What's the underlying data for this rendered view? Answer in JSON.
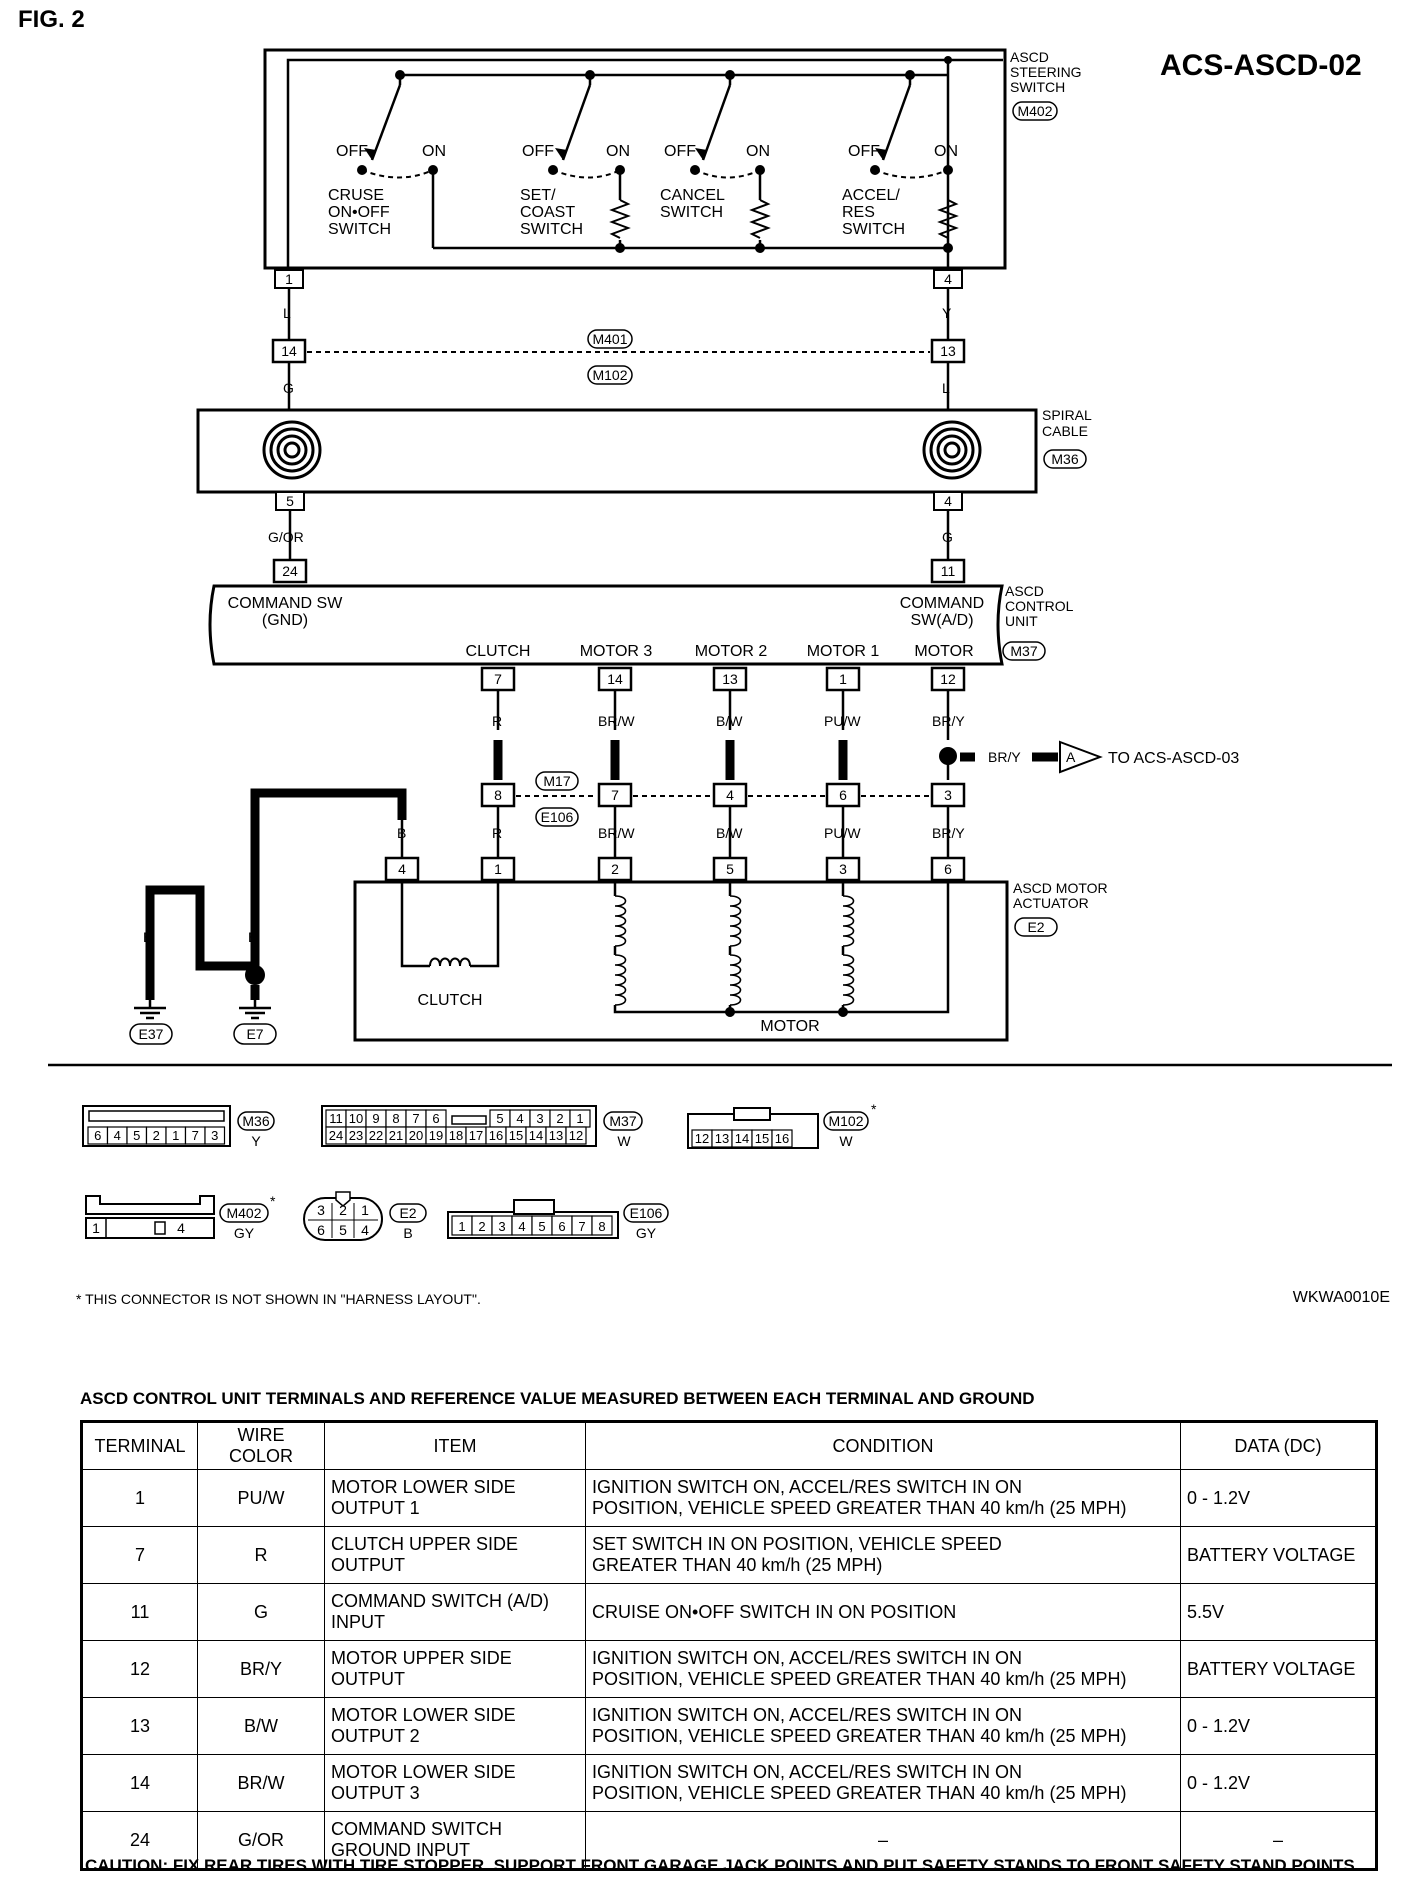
{
  "figure_label": "FIG. 2",
  "diagram_code": "ACS-ASCD-02",
  "image_code": "WKWA0010E",
  "steering_switch": {
    "name_lines": [
      "ASCD",
      "STEERING",
      "SWITCH"
    ],
    "connector": "M402",
    "switches": [
      {
        "off": "OFF",
        "on": "ON",
        "name_lines": [
          "CRUSE",
          "ON•OFF",
          "SWITCH"
        ]
      },
      {
        "off": "OFF",
        "on": "ON",
        "name_lines": [
          "SET/",
          "COAST",
          "SWITCH"
        ]
      },
      {
        "off": "OFF",
        "on": "ON",
        "name_lines": [
          "CANCEL",
          "SWITCH"
        ]
      },
      {
        "off": "OFF",
        "on": "ON",
        "name_lines": [
          "ACCEL/",
          "RES",
          "SWITCH"
        ]
      }
    ],
    "pins": [
      "1",
      "4"
    ]
  },
  "wires": {
    "l": "L",
    "y": "Y",
    "g": "G",
    "gor": "G/OR",
    "r": "R",
    "brw": "BR/W",
    "bw": "B/W",
    "puw": "PU/W",
    "bry": "BR/Y",
    "b": "B"
  },
  "junction_m401": {
    "codes": [
      "M401",
      "M102"
    ],
    "pins": [
      "14",
      "13"
    ]
  },
  "spiral_cable": {
    "name_lines": [
      "SPIRAL",
      "CABLE"
    ],
    "connector": "M36",
    "pins": [
      "5",
      "4"
    ]
  },
  "control_unit": {
    "name_lines": [
      "ASCD",
      "CONTROL",
      "UNIT"
    ],
    "connector": "M37",
    "top_pins": [
      "24",
      "11"
    ],
    "left_label": [
      "COMMAND SW",
      "(GND)"
    ],
    "right_label": [
      "COMMAND",
      "SW(A/D)"
    ],
    "outputs": [
      {
        "label": "CLUTCH",
        "pin": "7"
      },
      {
        "label": "MOTOR 3",
        "pin": "14"
      },
      {
        "label": "MOTOR 2",
        "pin": "13"
      },
      {
        "label": "MOTOR 1",
        "pin": "1"
      },
      {
        "label": "MOTOR",
        "pin": "12"
      }
    ]
  },
  "junction_m17": {
    "codes": [
      "M17",
      "E106"
    ],
    "pins": [
      "8",
      "7",
      "4",
      "6",
      "3"
    ]
  },
  "branch": {
    "wire": "BR/Y",
    "connector": "A",
    "target": "TO ACS-ASCD-03"
  },
  "actuator": {
    "name_lines": [
      "ASCD MOTOR",
      "ACTUATOR"
    ],
    "connector": "E2",
    "pins": [
      "4",
      "1",
      "2",
      "5",
      "3",
      "6"
    ],
    "clutch_label": "CLUTCH",
    "motor_label": "MOTOR"
  },
  "grounds": [
    "E37",
    "E7"
  ],
  "connectors": {
    "m36": {
      "code": "M36",
      "color": "Y",
      "pins": [
        "6",
        "4",
        "5",
        "2",
        "1",
        "7",
        "3"
      ]
    },
    "m37": {
      "code": "M37",
      "color": "W",
      "top": [
        "11",
        "10",
        "9",
        "8",
        "7",
        "6",
        "5",
        "4",
        "3",
        "2",
        "1"
      ],
      "bottom": [
        "24",
        "23",
        "22",
        "21",
        "20",
        "19",
        "18",
        "17",
        "16",
        "15",
        "14",
        "13",
        "12"
      ]
    },
    "m102": {
      "code": "M102",
      "color": "W",
      "pins": [
        "12",
        "13",
        "14",
        "15",
        "16"
      ]
    },
    "m402": {
      "code": "M402",
      "color": "GY",
      "pins": [
        "1",
        "4"
      ]
    },
    "e2": {
      "code": "E2",
      "color": "B",
      "top": [
        "3",
        "2",
        "1"
      ],
      "bottom": [
        "6",
        "5",
        "4"
      ]
    },
    "e106": {
      "code": "E106",
      "color": "GY",
      "pins": [
        "1",
        "2",
        "3",
        "4",
        "5",
        "6",
        "7",
        "8"
      ]
    }
  },
  "footnote": "* THIS CONNECTOR IS NOT SHOWN IN \"HARNESS LAYOUT\".",
  "table": {
    "title": "ASCD CONTROL UNIT TERMINALS AND REFERENCE VALUE MEASURED BETWEEN EACH TERMINAL AND GROUND",
    "headers": [
      "TERMINAL",
      "WIRE COLOR",
      "ITEM",
      "CONDITION",
      "DATA (DC)"
    ],
    "rows": [
      {
        "terminal": "1",
        "wire": "PU/W",
        "item": [
          "MOTOR LOWER SIDE",
          "OUTPUT 1"
        ],
        "condition": [
          "IGNITION SWITCH ON, ACCEL/RES SWITCH IN ON",
          "POSITION, VEHICLE SPEED GREATER THAN 40 km/h (25 MPH)"
        ],
        "data": "0 - 1.2V"
      },
      {
        "terminal": "7",
        "wire": "R",
        "item": [
          "CLUTCH UPPER SIDE",
          "OUTPUT"
        ],
        "condition": [
          "SET SWITCH IN ON POSITION, VEHICLE SPEED",
          "GREATER THAN 40 km/h (25 MPH)"
        ],
        "data": "BATTERY VOLTAGE"
      },
      {
        "terminal": "11",
        "wire": "G",
        "item": [
          "COMMAND SWITCH (A/D)",
          "INPUT"
        ],
        "condition": [
          "CRUISE ON•OFF SWITCH IN ON POSITION"
        ],
        "data": "5.5V"
      },
      {
        "terminal": "12",
        "wire": "BR/Y",
        "item": [
          "MOTOR UPPER SIDE",
          "OUTPUT"
        ],
        "condition": [
          "IGNITION SWITCH ON, ACCEL/RES SWITCH IN ON",
          "POSITION, VEHICLE SPEED GREATER THAN 40 km/h (25 MPH)"
        ],
        "data": "BATTERY VOLTAGE"
      },
      {
        "terminal": "13",
        "wire": "B/W",
        "item": [
          "MOTOR LOWER SIDE",
          "OUTPUT 2"
        ],
        "condition": [
          "IGNITION SWITCH ON, ACCEL/RES SWITCH IN ON",
          "POSITION, VEHICLE SPEED GREATER THAN 40 km/h (25 MPH)"
        ],
        "data": "0 - 1.2V"
      },
      {
        "terminal": "14",
        "wire": "BR/W",
        "item": [
          "MOTOR LOWER SIDE",
          "OUTPUT 3"
        ],
        "condition": [
          "IGNITION SWITCH ON, ACCEL/RES SWITCH IN ON",
          "POSITION, VEHICLE SPEED GREATER THAN 40 km/h (25 MPH)"
        ],
        "data": "0 - 1.2V"
      },
      {
        "terminal": "24",
        "wire": "G/OR",
        "item": [
          "COMMAND SWITCH",
          "GROUND INPUT"
        ],
        "condition": [
          "–"
        ],
        "data": "–"
      }
    ]
  },
  "caution": "CAUTION: FIX REAR TIRES WITH TIRE STOPPER. SUPPORT FRONT GARAGE JACK POINTS AND PUT SAFETY STANDS TO FRONT SAFETY STAND POINTS."
}
